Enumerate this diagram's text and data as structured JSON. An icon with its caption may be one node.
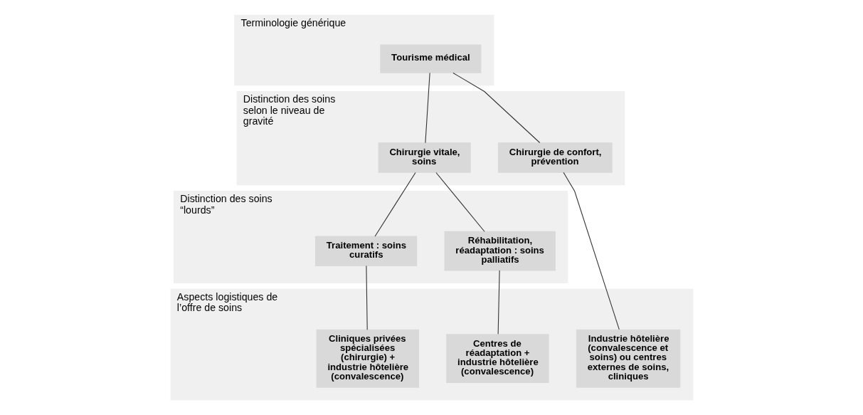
{
  "diagram": {
    "nodes": [
      {
        "text": [
          "Terminologie générique"
        ]
      },
      {
        "text": [
          "Tourisme médical"
        ],
        "in": 0
      },
      {
        "text": [
          "Distinction des soins selon le niveau de gravité"
        ]
      },
      {
        "text": [
          "Chirurgie de confort, prévention"
        ],
        "in": 2
      },
      {
        "text": [
          "Chirurgie vitale, soins"
        ],
        "in": 2
      },
      {
        "text": [
          "Distinction des soins “lourds”"
        ]
      },
      {
        "text": [
          "Réhabilitation, réadaptation : soins palliatifs"
        ],
        "in": 5
      },
      {
        "text": [
          "Traitement : soins curatifs"
        ],
        "in": 5
      },
      {
        "text": [
          "Aspects logistiques de l’offre de soins"
        ]
      },
      {
        "text": [
          "Industrie hôtelière (convalescence et soins) ou centres externes de soins, cliniques"
        ],
        "in": 8
      },
      {
        "text": [
          "Centres de réadaptation + industrie hôtelière (convalescence)"
        ],
        "in": 8
      },
      {
        "text": [
          "Cliniques privées spécialisées (chirurgie) + industrie hôtelière (convalescence)"
        ],
        "in": 8
      }
    ],
    "edges": [
      {
        "from": 1,
        "to": 3,
        "arrow": "none"
      },
      {
        "from": 1,
        "to": 4,
        "arrow": "none"
      },
      {
        "from": 4,
        "to": 6,
        "arrow": "none"
      },
      {
        "from": 4,
        "to": 7,
        "arrow": "none"
      },
      {
        "from": 3,
        "to": 9,
        "arrow": "none"
      },
      {
        "from": 6,
        "to": 10,
        "arrow": "none"
      },
      {
        "from": 7,
        "to": 11,
        "arrow": "none"
      }
    ]
  }
}
